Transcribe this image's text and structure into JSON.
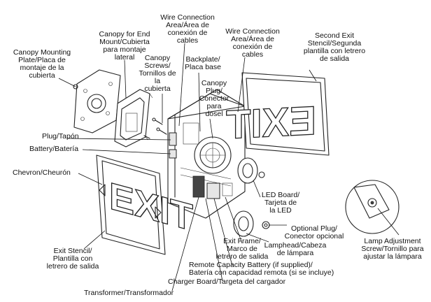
{
  "labels": {
    "canopy_mounting_plate": "Canopy Mounting\nPlate/Placa de\nmontaje de la\ncubierta",
    "canopy_end_mount": "Canopy for End\nMount/Cubierta\npara montaje\nlateral",
    "canopy_screws": "Canopy\nScrews/\nTornillos de\nla\ncubierta",
    "wire_connection_1": "Wire Connection\nArea/Área de\nconexión de\ncables",
    "backplate": "Backplate/\nPlaca base",
    "canopy_plug": "Canopy\nPlug/\nConector\npara\ndosel",
    "wire_connection_2": "Wire Connection\nArea/Área de\nconexión de\ncables",
    "second_exit_stencil": "Second Exit\nStencil/Segunda\nplantilla con letrero\nde salida",
    "plug": "Plug/Tapón",
    "battery": "Battery/Batería",
    "chevron": "Chevron/Cheurón",
    "led_board": "LED Board/\nTarjeta de\nla LED",
    "optional_plug": "Optional Plug/\nConector opcional",
    "lamp_adjustment_screw": "Lamp Adjustment\nScrew/Tornillo para\najustar la lámpara",
    "exit_stencil": "Exit Stencil/\nPlantilla con\nletrero de salida",
    "exit_frame": "Exit Frame/\nMarco de\nletrero de salida",
    "lamphead": "Lamphead/Cabeza\nde lámpara",
    "remote_capacity_battery": "Remote Capacity Battery (if supplied)/\nBatería con capacidad remota (si se incluye)",
    "charger_board": "Charger Board/Targeta del cargador",
    "transformer": "Transformer/Transformador"
  },
  "stencil_text": {
    "exit_front": "EXIT",
    "exit_back": "EXIT"
  },
  "colors": {
    "line": "#222222",
    "background": "#ffffff"
  }
}
